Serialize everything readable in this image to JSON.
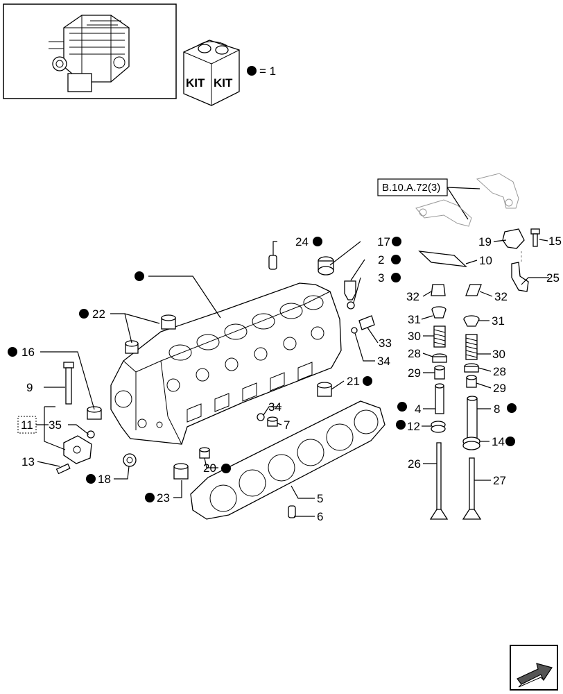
{
  "kit_legend": {
    "kit_word_left": "KIT",
    "kit_word_right": "KIT",
    "equals_text": "= 1"
  },
  "reference_box": "B.10.A.72(3)",
  "callouts": {
    "c2": "2",
    "c3": "3",
    "c4": "4",
    "c5": "5",
    "c6": "6",
    "c7": "7",
    "c8": "8",
    "c9": "9",
    "c10": "10",
    "c11": "11",
    "c12": "12",
    "c13": "13",
    "c14": "14",
    "c15": "15",
    "c16": "16",
    "c17": "17",
    "c18": "18",
    "c19": "19",
    "c20": "20",
    "c21": "21",
    "c22": "22",
    "c23": "23",
    "c24": "24",
    "c25": "25",
    "c26": "26",
    "c27": "27",
    "c28a": "28",
    "c28b": "28",
    "c29a": "29",
    "c29b": "29",
    "c30a": "30",
    "c30b": "30",
    "c31a": "31",
    "c31b": "31",
    "c32a": "32",
    "c32b": "32",
    "c33": "33",
    "c34a": "34",
    "c34b": "34",
    "c35": "35"
  },
  "icons": {
    "engine_thumbnail": "engine-thumbnail-icon",
    "kit_box": "kit-box-icon",
    "kit_bullet": "bullet-dot-icon",
    "next_page": "next-page-arrow-icon"
  }
}
